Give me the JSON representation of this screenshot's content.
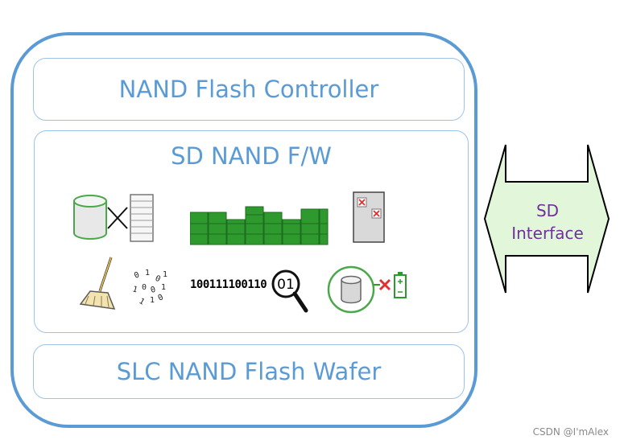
{
  "blocks": {
    "controller": "NAND Flash Controller",
    "firmware": "SD NAND F/W",
    "wafer": "SLC NAND Flash Wafer"
  },
  "binary_text": "100111100110",
  "magnifier_text": "01",
  "interface": {
    "line1": "SD",
    "line2": "Interface"
  },
  "watermark": "CSDN @I'mAlex",
  "icons": [
    "cylinder-x-table-icon",
    "green-block-grid-icon",
    "bad-block-card-icon",
    "broom-bits-icon",
    "magnifier-icon",
    "cylinder-battery-icon"
  ],
  "colors": {
    "border": "#5b9bd5",
    "inner_border": "#9dc3e6",
    "text": "#5b9bd5",
    "arrow_fill": "#e2f7d9",
    "interface_text": "#7030a0",
    "green": "#2e9a2e"
  }
}
